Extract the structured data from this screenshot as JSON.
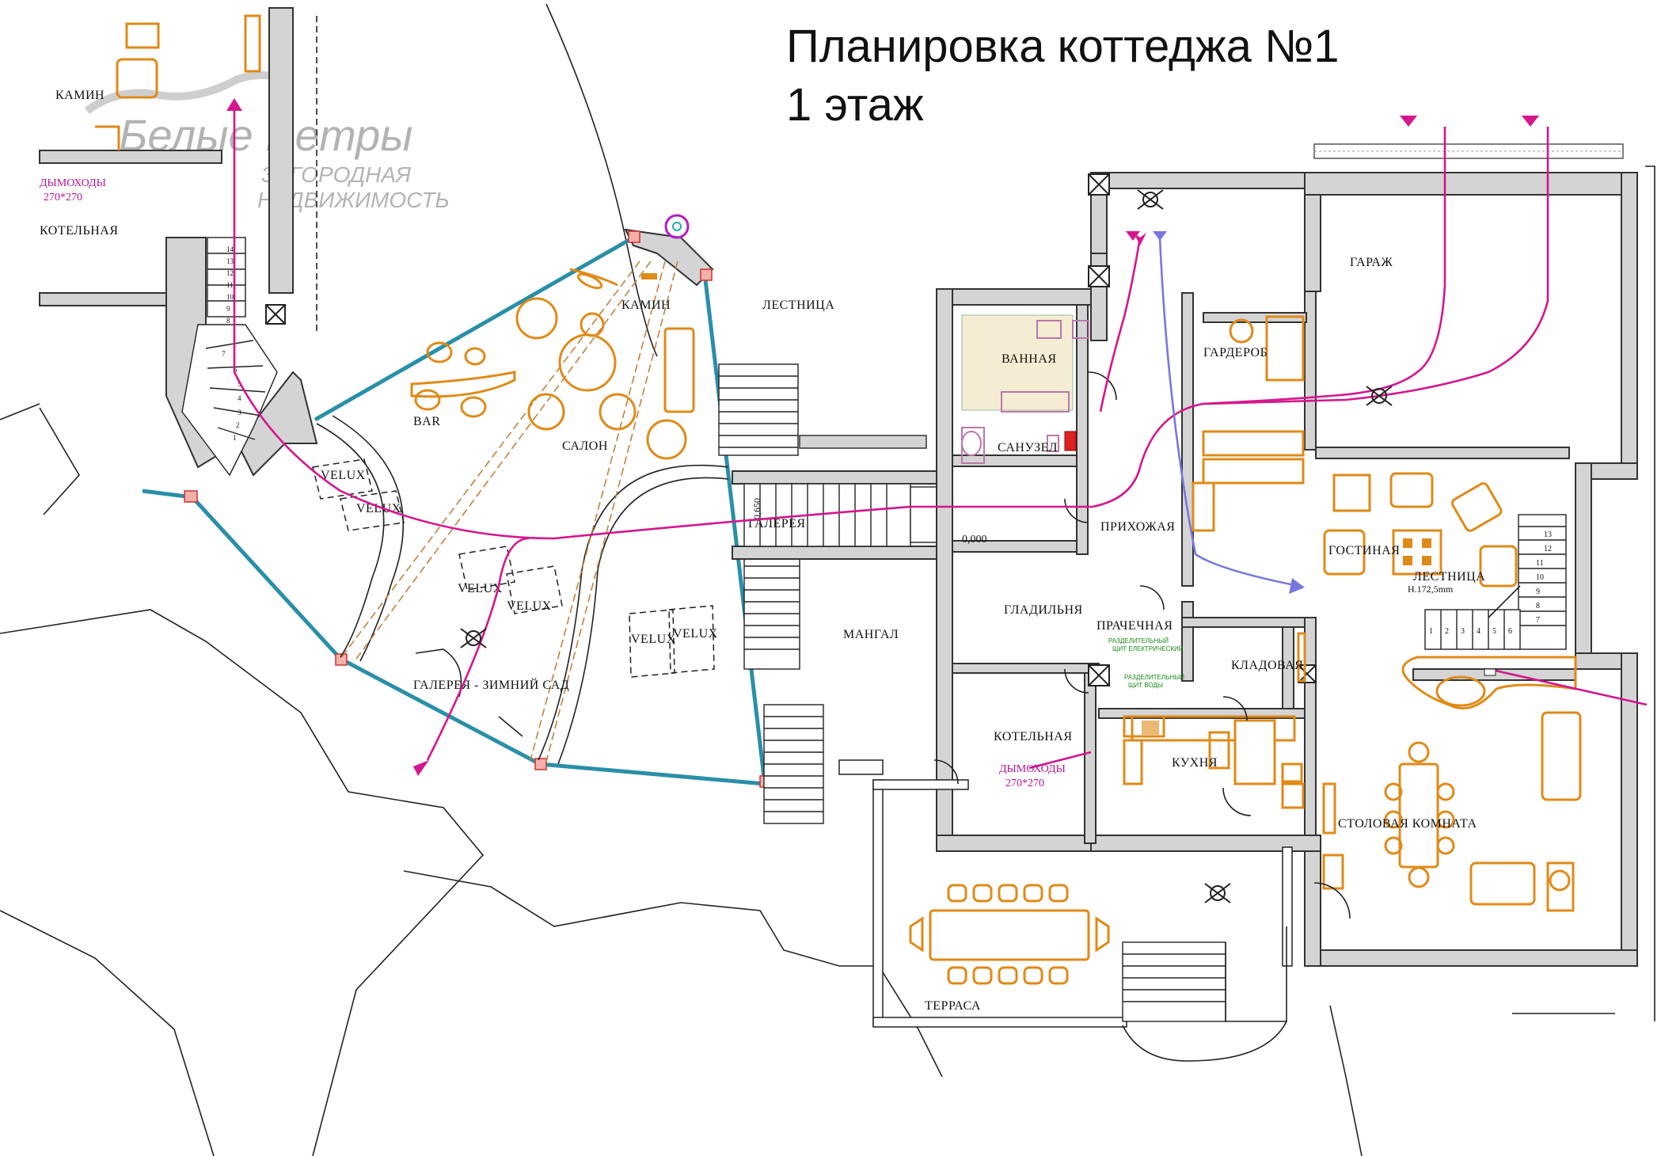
{
  "title": {
    "line1": "Планировка коттеджа №1",
    "line2": "1 этаж"
  },
  "watermark": {
    "logo": "Белые Ветры",
    "line1": "ЗАГОРОДНАЯ",
    "line2": "НЕДВИЖИМОСТЬ"
  },
  "rooms": {
    "kamin_top": "КАМИН",
    "kotelnaya_top": "КОТЕЛЬНАЯ",
    "bar": "BAR",
    "salon": "САЛОН",
    "kamin": "КАМИН",
    "lestnitsa_top": "ЛЕСТНИЦА",
    "galereya": "ГАЛЕРЕЯ",
    "galereya_zimniy_sad": "ГАЛЕРЕЯ - ЗИМНИЙ САД",
    "mangal": "МАНГАЛ",
    "vannaya": "ВАННАЯ",
    "sanuzel": "САНУЗЕЛ",
    "garderob": "ГАРДЕРОБ",
    "garazh": "ГАРАЖ",
    "prikhozhaya": "ПРИХОЖАЯ",
    "gostinaya": "ГОСТИНАЯ",
    "lestnitsa": "ЛЕСТНИЦА",
    "lestnitsa_height": "H.172,5mm",
    "gladilnya": "ГЛАДИЛЬНЯ",
    "prachechnaya": "ПРАЧЕЧНАЯ",
    "kladovaya": "КЛАДОВАЯ",
    "kotelnaya": "КОТЕЛЬНАЯ",
    "kukhnya": "КУХНЯ",
    "stolovaya": "СТОЛОВАЯ  КОМНАТА",
    "terrasa": "ТЕРРАСА"
  },
  "annotations": {
    "dymokhody_top": "ДЫМОХОДЫ",
    "dymokhody_top_size": "270*270",
    "dymokhody": "ДЫМОХОДЫ",
    "dymokhody_size": "270*270",
    "level_zero": "0,000",
    "level_minus": "-0,650",
    "shchit_el_1": "РАЗДЕЛИТЕЛЬНЫЙ",
    "shchit_el_2": "ЩИТ ЕЛЕКТРИЧЕСКИЙ",
    "shchit_voda_1": "РАЗДЕЛИТЕЛЬНЫЙ",
    "shchit_voda_2": "ЩИТ ВОДЫ"
  },
  "velux_labels": [
    "VELUX",
    "VELUX",
    "VELUX",
    "VELUX",
    "VELUX",
    "VELUX"
  ],
  "left_stair_steps": [
    "14",
    "13",
    "12",
    "11",
    "10",
    "9",
    "8",
    "7",
    "6",
    "5",
    "4",
    "3",
    "2",
    "1"
  ],
  "right_stair_top_steps": [
    "13",
    "12",
    "11",
    "10",
    "9",
    "8",
    "7"
  ],
  "right_stair_bottom_steps": [
    "1",
    "2",
    "3",
    "4",
    "5",
    "6"
  ],
  "colors": {
    "furniture": "#e08a18",
    "utility_line": "#d5168e",
    "supply_line": "#7777e0",
    "glazing": "#2a8fa8",
    "wall_fill": "#d4d4d4"
  }
}
